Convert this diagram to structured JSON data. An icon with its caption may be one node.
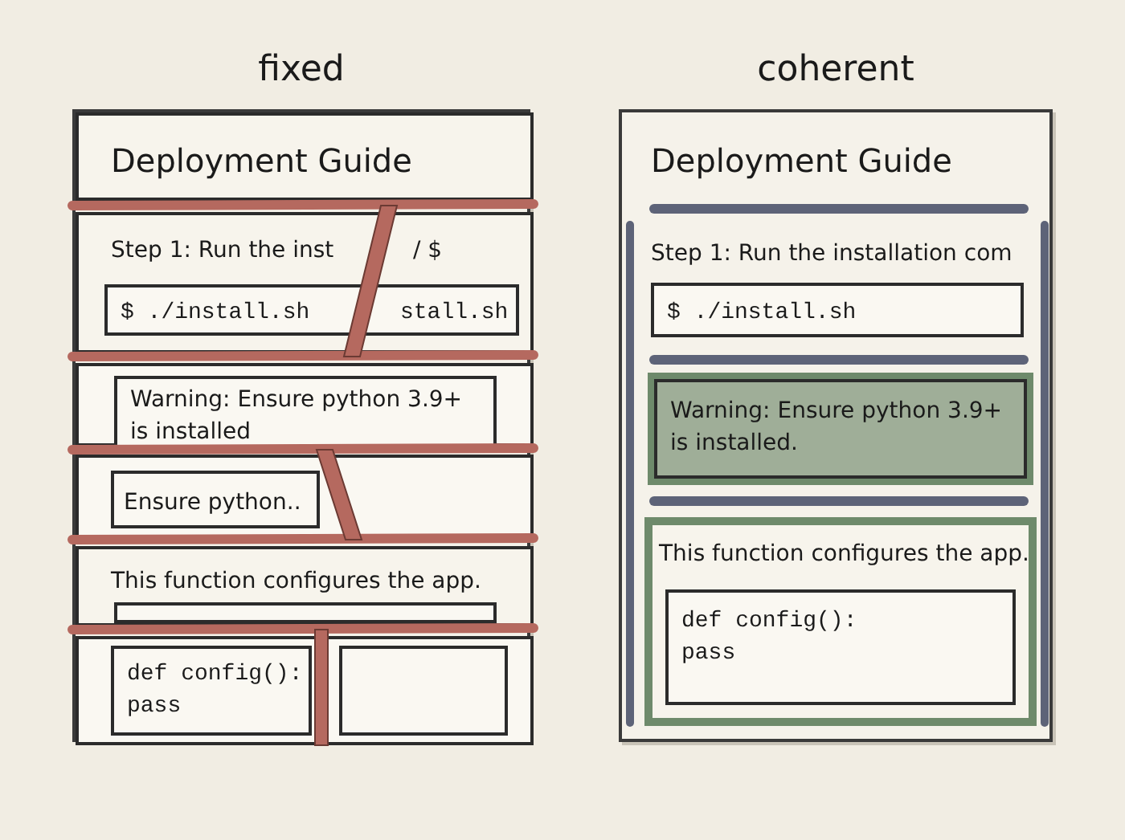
{
  "diagram": {
    "nodes": [
      {
        "text": [
          "fixed"
        ]
      },
      {
        "text": [
          "Deployment Guide"
        ],
        "in": 0
      },
      {
        "text": [
          "Step 1: Run the inst",
          "/ $"
        ],
        "in": 0
      },
      {
        "text": [
          "$ ./install.sh",
          "stall.sh"
        ],
        "in": 2
      },
      {
        "text": [],
        "shape": "box",
        "in": 0
      },
      {
        "text": [
          "Warning: Ensure python 3.9+ is installed"
        ],
        "in": 4
      },
      {
        "text": [],
        "shape": "box",
        "in": 0
      },
      {
        "text": [
          "Ensure python.."
        ],
        "in": 6
      },
      {
        "text": [
          "This function configures the app."
        ],
        "in": 0
      },
      {
        "text": [],
        "shape": "box",
        "in": 8
      },
      {
        "text": [],
        "shape": "box",
        "in": 0
      },
      {
        "text": [
          "def config(): pass"
        ],
        "in": 10
      },
      {
        "text": [],
        "shape": "box",
        "in": 10
      },
      {
        "text": [
          "coherent"
        ]
      },
      {
        "text": [
          "Deployment Guide"
        ],
        "in": 13
      },
      {
        "text": [
          "Step 1: Run the installation com"
        ],
        "in": 13
      },
      {
        "text": [
          "$ ./install.sh"
        ],
        "in": 15
      },
      {
        "text": [
          "Warning: Ensure python 3.9+ is installed."
        ],
        "in": 13
      },
      {
        "text": [
          "This function configures the app."
        ],
        "in": 13
      },
      {
        "text": [
          "def config(): pass"
        ],
        "in": 18
      }
    ],
    "edges": []
  }
}
